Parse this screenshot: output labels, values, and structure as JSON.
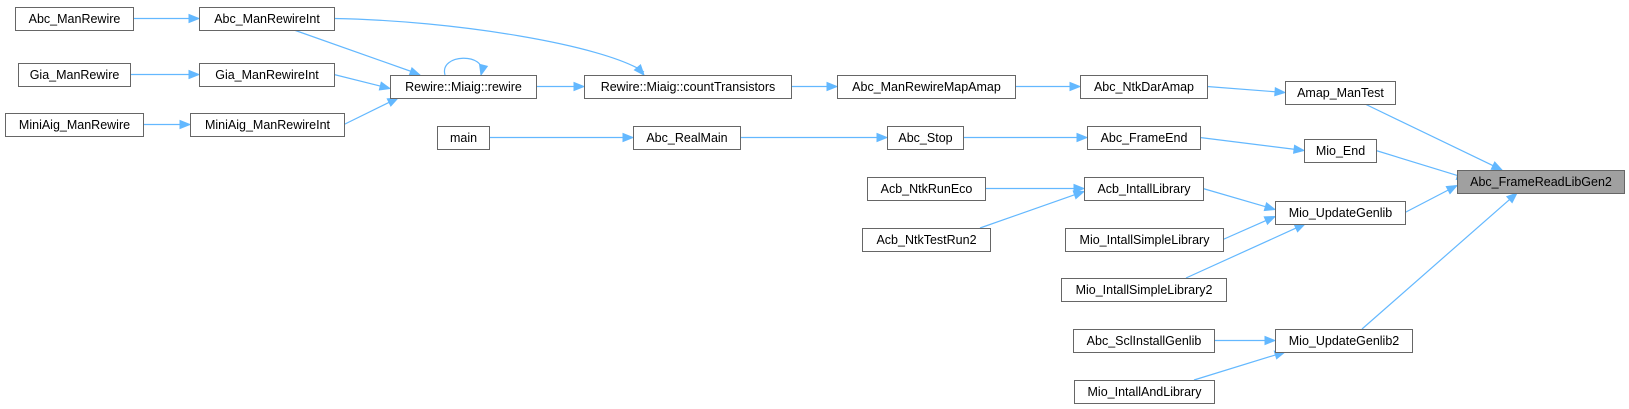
{
  "graph": {
    "root": "Abc_FrameReadLibGen2",
    "nodes": [
      {
        "id": "root",
        "label": "Abc_FrameReadLibGen2"
      },
      {
        "id": "amap_mantest",
        "label": "Amap_ManTest"
      },
      {
        "id": "mio_end",
        "label": "Mio_End"
      },
      {
        "id": "mio_updategenlib",
        "label": "Mio_UpdateGenlib"
      },
      {
        "id": "mio_updategenlib2",
        "label": "Mio_UpdateGenlib2"
      },
      {
        "id": "abc_ntkdaramap",
        "label": "Abc_NtkDarAmap"
      },
      {
        "id": "abc_frameend",
        "label": "Abc_FrameEnd"
      },
      {
        "id": "acb_intalllibrary",
        "label": "Acb_IntallLibrary"
      },
      {
        "id": "mio_intallsimplelibrary",
        "label": "Mio_IntallSimpleLibrary"
      },
      {
        "id": "mio_intallsimplelibrary2",
        "label": "Mio_IntallSimpleLibrary2"
      },
      {
        "id": "abc_sclinstallgenlib",
        "label": "Abc_SclInstallGenlib"
      },
      {
        "id": "mio_intallandlibrary",
        "label": "Mio_IntallAndLibrary"
      },
      {
        "id": "abc_manrewiremapamap",
        "label": "Abc_ManRewireMapAmap"
      },
      {
        "id": "abc_stop",
        "label": "Abc_Stop"
      },
      {
        "id": "acb_ntkrunecc",
        "label": "Acb_NtkRunEco"
      },
      {
        "id": "acb_ntktestrun2",
        "label": "Acb_NtkTestRun2"
      },
      {
        "id": "rewire_counttransistors",
        "label": "Rewire::Miaig::countTransistors"
      },
      {
        "id": "abc_realmain",
        "label": "Abc_RealMain"
      },
      {
        "id": "rewire_rewire",
        "label": "Rewire::Miaig::rewire"
      },
      {
        "id": "main",
        "label": "main"
      },
      {
        "id": "abc_manrewireint",
        "label": "Abc_ManRewireInt"
      },
      {
        "id": "gia_manrewireint",
        "label": "Gia_ManRewireInt"
      },
      {
        "id": "miniaig_manrewireint",
        "label": "MiniAig_ManRewireInt"
      },
      {
        "id": "abc_manrewire",
        "label": "Abc_ManRewire"
      },
      {
        "id": "gia_manrewire",
        "label": "Gia_ManRewire"
      },
      {
        "id": "miniaig_manrewire",
        "label": "MiniAig_ManRewire"
      }
    ],
    "edges": [
      {
        "from": "amap_mantest",
        "to": "root"
      },
      {
        "from": "mio_end",
        "to": "root"
      },
      {
        "from": "mio_updategenlib",
        "to": "root"
      },
      {
        "from": "mio_updategenlib2",
        "to": "root"
      },
      {
        "from": "abc_ntkdaramap",
        "to": "amap_mantest"
      },
      {
        "from": "abc_frameend",
        "to": "mio_end"
      },
      {
        "from": "acb_intalllibrary",
        "to": "mio_updategenlib"
      },
      {
        "from": "mio_intallsimplelibrary",
        "to": "mio_updategenlib"
      },
      {
        "from": "mio_intallsimplelibrary2",
        "to": "mio_updategenlib"
      },
      {
        "from": "abc_sclinstallgenlib",
        "to": "mio_updategenlib2"
      },
      {
        "from": "mio_intallandlibrary",
        "to": "mio_updategenlib2"
      },
      {
        "from": "abc_manrewiremapamap",
        "to": "abc_ntkdaramap"
      },
      {
        "from": "abc_stop",
        "to": "abc_frameend"
      },
      {
        "from": "acb_ntkrunecc",
        "to": "acb_intalllibrary"
      },
      {
        "from": "acb_ntktestrun2",
        "to": "acb_intalllibrary"
      },
      {
        "from": "rewire_counttransistors",
        "to": "abc_manrewiremapamap"
      },
      {
        "from": "abc_realmain",
        "to": "abc_stop"
      },
      {
        "from": "rewire_rewire",
        "to": "rewire_counttransistors"
      },
      {
        "from": "abc_manrewireint",
        "to": "rewire_counttransistors"
      },
      {
        "from": "main",
        "to": "abc_realmain"
      },
      {
        "from": "rewire_rewire",
        "to": "rewire_rewire"
      },
      {
        "from": "abc_manrewireint",
        "to": "rewire_rewire"
      },
      {
        "from": "gia_manrewireint",
        "to": "rewire_rewire"
      },
      {
        "from": "miniaig_manrewireint",
        "to": "rewire_rewire"
      },
      {
        "from": "abc_manrewire",
        "to": "abc_manrewireint"
      },
      {
        "from": "gia_manrewire",
        "to": "gia_manrewireint"
      },
      {
        "from": "miniaig_manrewire",
        "to": "miniaig_manrewireint"
      }
    ]
  },
  "colors": {
    "edge": "#63b8ff",
    "node_border": "#666666",
    "node_fill": "#ffffff",
    "root_fill": "#a0a0a0"
  }
}
